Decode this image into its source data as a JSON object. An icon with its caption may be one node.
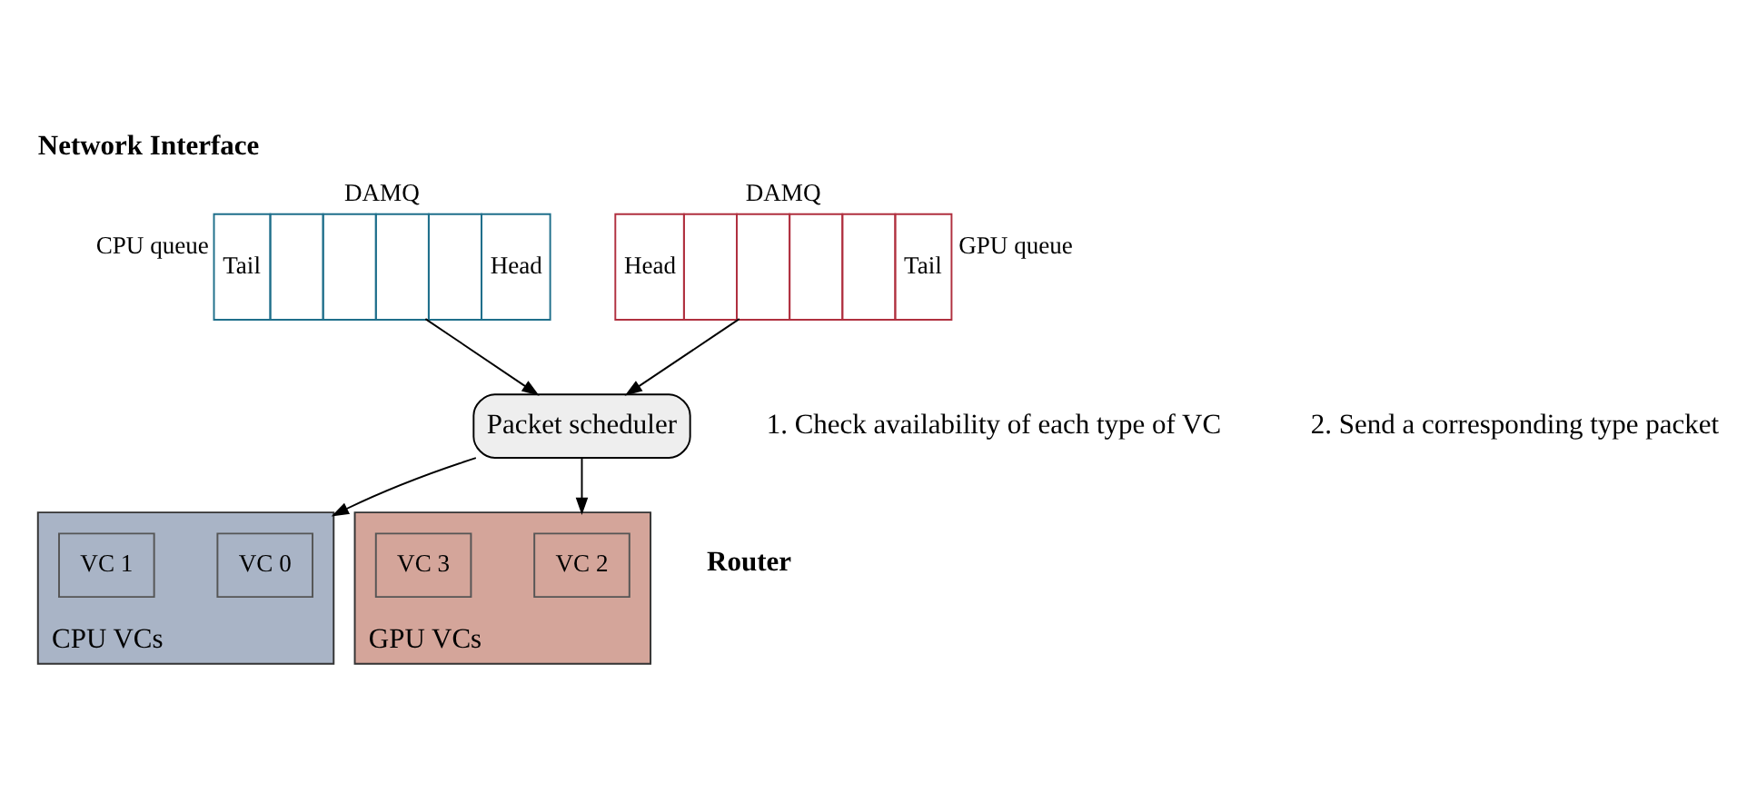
{
  "diagram": {
    "title": "Network Interface",
    "nodes": [
      {
        "text": [
          "DAMQ",
          "Tail",
          "Head"
        ],
        "beside": [
          "CPU queue"
        ]
      },
      {
        "text": [
          "DAMQ",
          "Head",
          "Tail"
        ],
        "beside": [
          "GPU queue"
        ]
      },
      {
        "text": [
          "Packet scheduler"
        ],
        "beside": [
          "1. Check availability of each type of VC",
          "2. Send a corresponding type packet"
        ]
      },
      {
        "text": [
          "CPU VCs"
        ]
      },
      {
        "text": [
          "VC 0"
        ],
        "in": 3
      },
      {
        "text": [
          "VC 1"
        ],
        "in": 3
      },
      {
        "text": [
          "GPU VCs"
        ]
      },
      {
        "text": [
          "VC 2"
        ],
        "in": 6
      },
      {
        "text": [
          "VC 3"
        ],
        "in": 6
      }
    ],
    "edges": [
      {
        "from": 0,
        "to": 2,
        "arrow": "to"
      },
      {
        "from": 1,
        "to": 2,
        "arrow": "to"
      },
      {
        "from": 2,
        "to": 3,
        "arrow": "to"
      },
      {
        "from": 2,
        "to": 6,
        "arrow": "to"
      }
    ],
    "labels": [
      "Router"
    ]
  }
}
